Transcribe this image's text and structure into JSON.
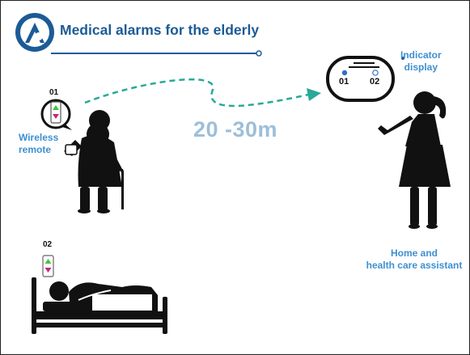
{
  "header": {
    "title": "Medical alarms for the elderly"
  },
  "remote": {
    "number": "01",
    "label_line1": "Wireless",
    "label_line2": "remote"
  },
  "bed_remote": {
    "number": "02"
  },
  "distance": {
    "text": "20 -30m"
  },
  "indicator": {
    "label_line1": "Indicator",
    "label_line2": "display",
    "slot1": "01",
    "slot2": "02"
  },
  "assistant": {
    "label_line1": "Home and",
    "label_line2": "health care assistant"
  },
  "colors": {
    "title": "#1c5b96",
    "label_blue": "#3d8fd1",
    "arrow": "#2aa89a",
    "distance": "#9dbfd9",
    "up_green": "#3ec43e",
    "down_magenta": "#c4267e"
  },
  "icons": [
    "logo-icon",
    "remote-icon",
    "elderly-woman-icon",
    "indicator-display-icon",
    "caregiver-icon",
    "bed-patient-icon"
  ]
}
